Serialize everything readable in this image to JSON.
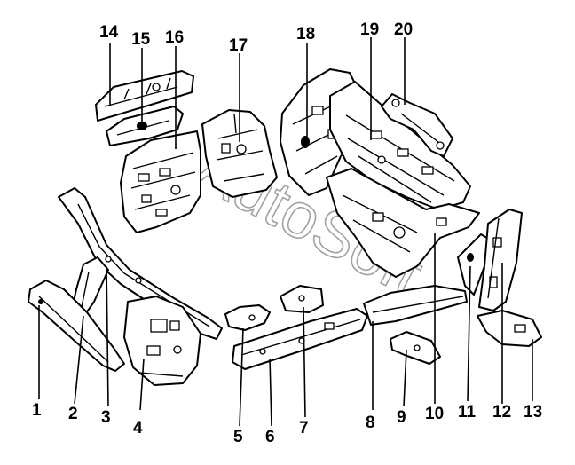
{
  "watermark": "AutoSoft",
  "callouts": [
    {
      "label": "1"
    },
    {
      "label": "2"
    },
    {
      "label": "3"
    },
    {
      "label": "4"
    },
    {
      "label": "5"
    },
    {
      "label": "6"
    },
    {
      "label": "7"
    },
    {
      "label": "8"
    },
    {
      "label": "9"
    },
    {
      "label": "10"
    },
    {
      "label": "11"
    },
    {
      "label": "12"
    },
    {
      "label": "13"
    },
    {
      "label": "14"
    },
    {
      "label": "15"
    },
    {
      "label": "16"
    },
    {
      "label": "17"
    },
    {
      "label": "18"
    },
    {
      "label": "19"
    },
    {
      "label": "20"
    }
  ]
}
